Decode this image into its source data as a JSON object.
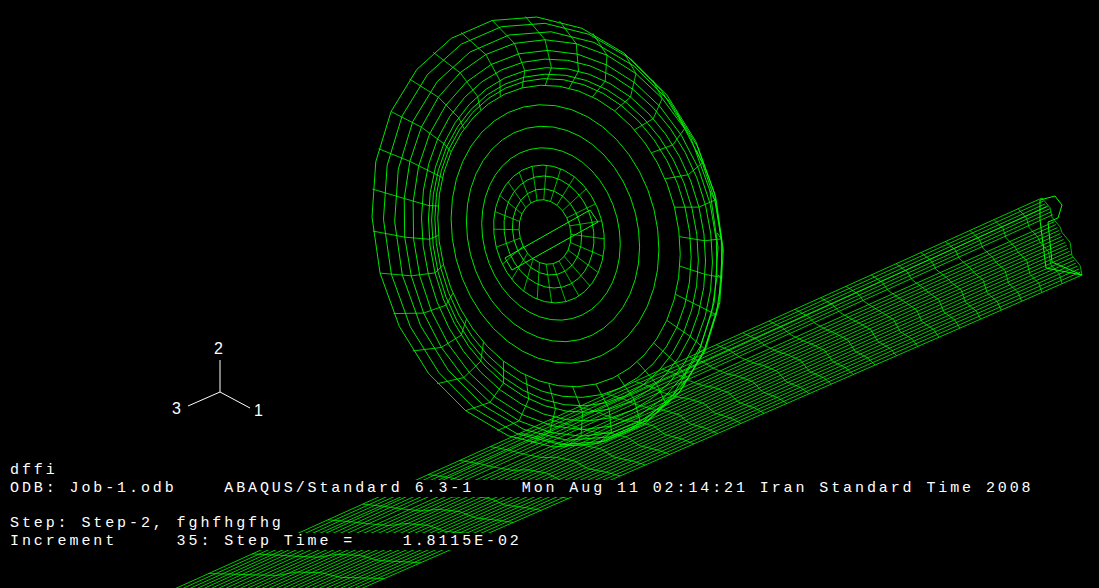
{
  "diagram": {
    "labels": [
      "2",
      "3",
      "1",
      "dffi",
      "ODB: Job-1.odb    ABAQUS/Standard 6.3-1    Mon Aug 11 02:14:21 Iran Standard Time 2008",
      "Step: Step-2, fghfhgfhg",
      "Increment     35: Step Time =    1.8115E-02"
    ]
  }
}
